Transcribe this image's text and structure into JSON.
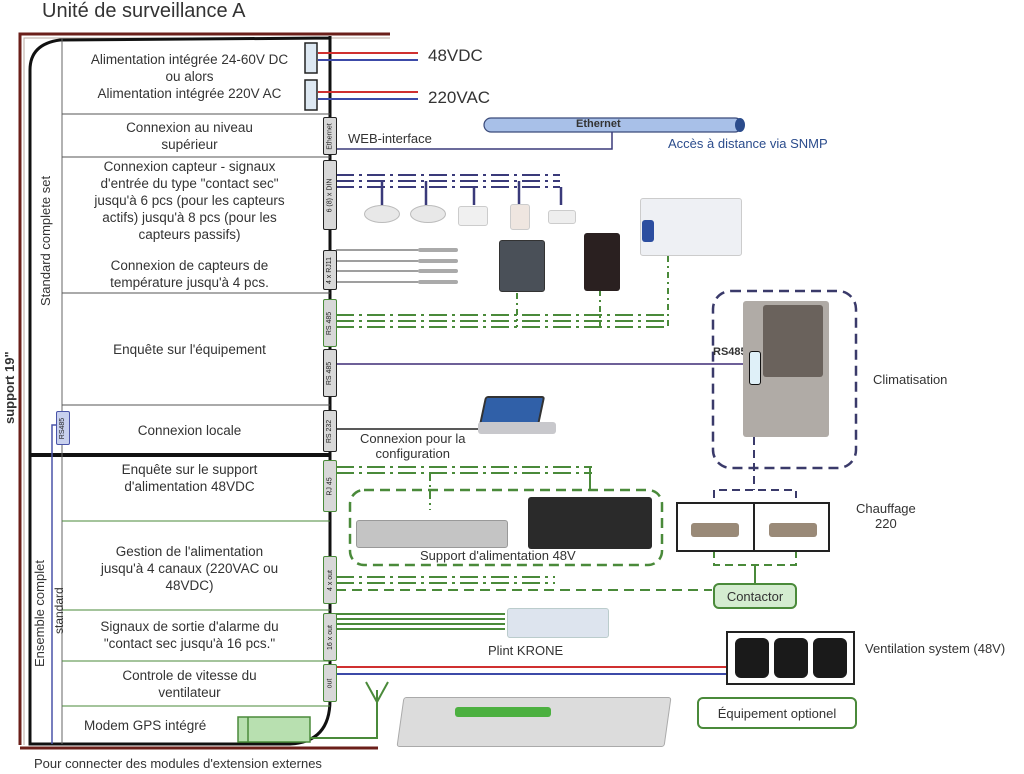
{
  "title": "Unité de surveillance A",
  "rack": {
    "support_label": "support 19\"",
    "standard_set_label": "Standard complete set",
    "ensemble_label": "Ensemble complet",
    "ensemble_sub_label": "standard",
    "side_port": "RS485",
    "bottom_caption": "Pour connecter des modules d'extension externes"
  },
  "modules": [
    {
      "text": "Alimentation intégrée 24-60V DC\nou alors\nAlimentation intégrée 220V AC"
    },
    {
      "text": "Connexion au niveau\nsupérieur",
      "port": "Ethernet"
    },
    {
      "text": "Connexion capteur - signaux\nd'entrée du type \"contact sec\"\njusqu'à 6 pcs (pour les capteurs\nactifs) jusqu'à 8 pcs (pour les\ncapteurs passifs)",
      "port": "6 (8) x DIN"
    },
    {
      "text": "Connexion de capteurs de\ntempérature jusqu'à 4 pcs.",
      "port": "4 x RJ11"
    },
    {
      "text": "Enquête sur l'équipement",
      "ports": [
        "RS 485",
        "RS 485"
      ]
    },
    {
      "text": "Connexion locale",
      "port": "RS 232"
    },
    {
      "text": "Enquête sur le  support\nd'alimentation 48VDC",
      "port": "RJ 45"
    },
    {
      "text": "Gestion de l'alimentation\njusqu'à 4 canaux (220VAC ou\n48VDC)",
      "port": "4 x out"
    },
    {
      "text": "Signaux de sortie d'alarme du\n\"contact sec jusqu'à 16 pcs.\"",
      "port": "16 x out"
    },
    {
      "text": "Controle de vitesse du\nventilateur",
      "port": "out"
    },
    {
      "text": "Modem GPS intégré"
    }
  ],
  "labels": {
    "dc48": "48VDC",
    "ac220": "220VAC",
    "web_interface": "WEB-interface",
    "ethernet": "Ethernet",
    "snmp": "Accès à distance via SNMP",
    "config": "Connexion pour la\nconfiguration",
    "rs485_clim": "RS485",
    "climatisation": "Climatisation",
    "chauffage": "Chauffage\n220",
    "support_alim": "Support d'alimentation 48V",
    "contactor": "Contactor",
    "plint": "Plint KRONE",
    "ventilation": "Ventilation system (48V)",
    "optional": "Équipement optionel"
  },
  "colors": {
    "rack_frame": "#6b1f1a",
    "green": "#4a8a3a",
    "navy": "#3a3a7a",
    "red": "#d03030",
    "blue": "#3c4aa8"
  }
}
